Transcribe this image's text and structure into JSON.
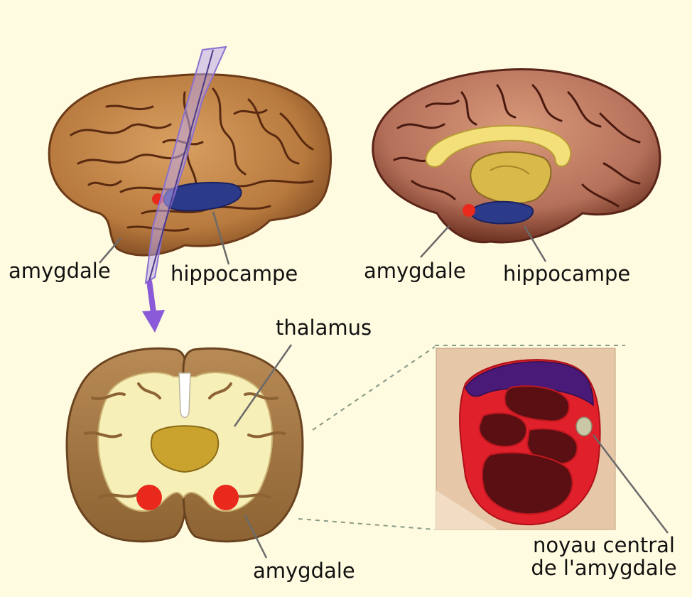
{
  "labels": {
    "lateral_amygdala": "amygdale",
    "lateral_hippocampus": "hippocampe",
    "medial_amygdala": "amygdale",
    "medial_hippocampus": "hippocampe",
    "thalamus": "thalamus",
    "coronal_amygdala": "amygdale",
    "nucleus_line1": "noyau central",
    "nucleus_line2": "de l'amygdale"
  },
  "colors": {
    "background": "#fffbe0",
    "cortex": "#c98a4a",
    "sulci": "#5a2a10",
    "hippocampus": "#2c3a8a",
    "amygdala": "#e8291c",
    "thalamus": "#c9a32e",
    "corpus_callosum": "#f3e07a",
    "white_matter": "#f6efb8",
    "nucleus_dark": "#5a0f12",
    "nucleus_red": "#e0202a",
    "nucleus_purple": "#4a1a78",
    "central_nucleus": "#c9c7a6",
    "arrow": "#8a5ad8"
  }
}
